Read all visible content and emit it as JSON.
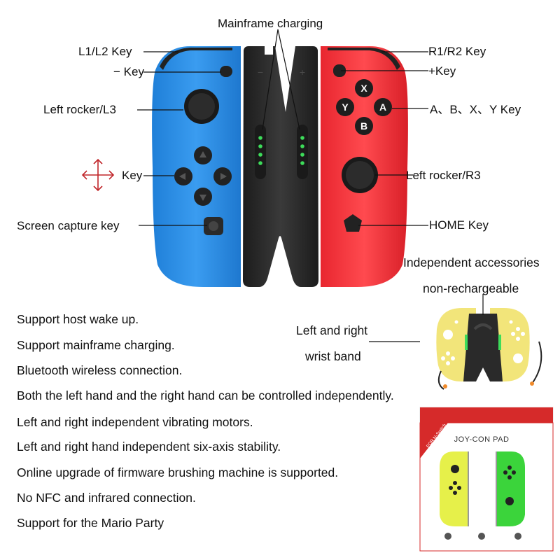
{
  "labels": {
    "mainframe_charging": "Mainframe charging",
    "l1l2": "L1/L2 Key",
    "minus": "− Key",
    "left_rocker_l3": "Left rocker/L3",
    "dpad": "Key",
    "screen_capture": "Screen capture key",
    "r1r2": "R1/R2 Key",
    "plus": "+Key",
    "abxy": "A、B、X、Y Key",
    "left_rocker_r3": "Left rocker/R3",
    "home": "HOME Key",
    "independent_accessories": "Independent accessories",
    "non_rechargeable": "non-rechargeable",
    "wrist_band_1": "Left and right",
    "wrist_band_2": "wrist band"
  },
  "buttons": {
    "x": "X",
    "y": "Y",
    "a": "A",
    "b": "B"
  },
  "features": [
    "Support host wake up.",
    "Support mainframe charging.",
    "Bluetooth wireless connection.",
    "Both the left hand and the right hand can be controlled independently.",
    "Left and right independent vibrating motors.",
    "Left and right hand independent six-axis stability.",
    "Online upgrade of firmware brushing machine is supported.",
    "No NFC and infrared connection.",
    "Support for the Mario Party"
  ],
  "box": {
    "title": "JOY-CON PAD",
    "ribbon": "FOR N-Switch"
  },
  "colors": {
    "left_joycon": "#2a8fe6",
    "right_joycon": "#f0323a",
    "grip": "#2b2b2b",
    "yellow": "#f2e57a",
    "neon_yellow": "#e6f04a",
    "neon_green": "#3bd43b",
    "dpad_arrow": "#c0262a"
  }
}
